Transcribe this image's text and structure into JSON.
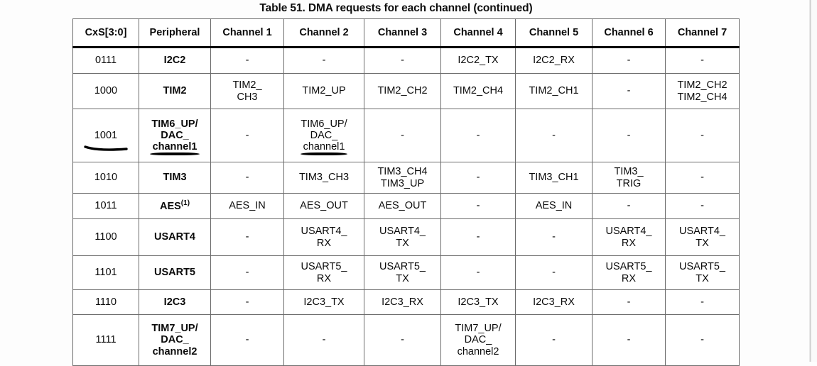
{
  "document": {
    "title": "Table 51. DMA requests for each channel (continued)"
  },
  "table": {
    "headers": [
      "CxS[3:0]",
      "Peripheral",
      "Channel 1",
      "Channel 2",
      "Channel 3",
      "Channel 4",
      "Channel 5",
      "Channel 6",
      "Channel 7"
    ],
    "rows": [
      {
        "cxs": "0111",
        "peripheral": "I2C2",
        "ch1": "-",
        "ch2": "-",
        "ch3": "-",
        "ch4": "I2C2_TX",
        "ch5": "I2C2_RX",
        "ch6": "-",
        "ch7": "-"
      },
      {
        "cxs": "1000",
        "peripheral": "TIM2",
        "ch1": "TIM2_\nCH3",
        "ch2": "TIM2_UP",
        "ch3": "TIM2_CH2",
        "ch4": "TIM2_CH4",
        "ch5": "TIM2_CH1",
        "ch6": "-",
        "ch7": "TIM2_CH2\nTIM2_CH4"
      },
      {
        "cxs": "1001",
        "peripheral_line1": "TIM6_UP/",
        "peripheral_line2": "DAC_",
        "peripheral_line3": "channel1",
        "ch1": "-",
        "ch2_line1": "TIM6_UP/",
        "ch2_line2": "DAC_",
        "ch2_line3": "channel1",
        "ch3": "-",
        "ch4": "-",
        "ch5": "-",
        "ch6": "-",
        "ch7": "-"
      },
      {
        "cxs": "1010",
        "peripheral": "TIM3",
        "ch1": "-",
        "ch2": "TIM3_CH3",
        "ch3": "TIM3_CH4\nTIM3_UP",
        "ch4": "-",
        "ch5": "TIM3_CH1",
        "ch6": "TIM3_\nTRIG",
        "ch7": "-"
      },
      {
        "cxs": "1011",
        "peripheral": "AES",
        "peripheral_footnote": "(1)",
        "ch1": "AES_IN",
        "ch2": "AES_OUT",
        "ch3": "AES_OUT",
        "ch4": "-",
        "ch5": "AES_IN",
        "ch6": "-",
        "ch7": "-"
      },
      {
        "cxs": "1100",
        "peripheral": "USART4",
        "ch1": "-",
        "ch2": "USART4_\nRX",
        "ch3": "USART4_\nTX",
        "ch4": "-",
        "ch5": "-",
        "ch6": "USART4_\nRX",
        "ch7": "USART4_\nTX"
      },
      {
        "cxs": "1101",
        "peripheral": "USART5",
        "ch1": "-",
        "ch2": "USART5_\nRX",
        "ch3": "USART5_\nTX",
        "ch4": "-",
        "ch5": "-",
        "ch6": "USART5_\nRX",
        "ch7": "USART5_\nTX"
      },
      {
        "cxs": "1110",
        "peripheral": "I2C3",
        "ch1": "-",
        "ch2": "I2C3_TX",
        "ch3": "I2C3_RX",
        "ch4": "I2C3_TX",
        "ch5": "I2C3_RX",
        "ch6": "-",
        "ch7": "-"
      },
      {
        "cxs": "1111",
        "peripheral_line1": "TIM7_UP/",
        "peripheral_line2": "DAC_",
        "peripheral_line3": "channel2",
        "ch1": "-",
        "ch2": "-",
        "ch3": "-",
        "ch4_line1": "TIM7_UP/",
        "ch4_line2": "DAC_",
        "ch4_line3": "channel2",
        "ch5": "-",
        "ch6": "-",
        "ch7": "-"
      }
    ]
  },
  "annotations": {
    "ink_color": "#000000",
    "underline_1001": true,
    "underline_peripheral_channel1": true,
    "underline_ch2_channel1": true
  }
}
